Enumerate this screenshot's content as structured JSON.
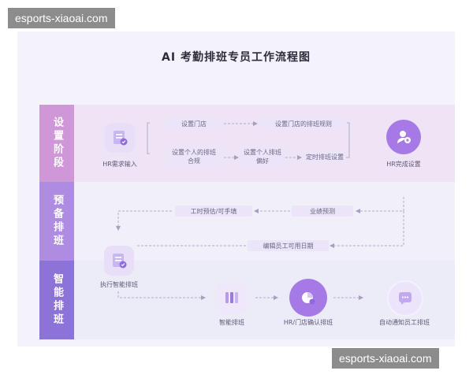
{
  "watermark_top": "esports-xiaoai.com",
  "watermark_bottom": "esports-xiaoai.com",
  "title": "AI 考勤排班专员工作流程图",
  "stages": [
    {
      "label": "设置阶段"
    },
    {
      "label": "预备排班"
    },
    {
      "label": "智能排班"
    }
  ],
  "stage1": {
    "start_caption": "HR需求输入",
    "box_set_store": "设置门店",
    "box_set_store_rules": "设置门店的排班规则",
    "box_set_personal": "设置个人的排班合规",
    "box_personal_pref": "设置个人排班偏好",
    "box_timed_setting": "定时排班设置",
    "end_caption": "HR完成设置"
  },
  "stage2": {
    "box_business_forecast": "业绩预测",
    "box_hours_estimate": "工时预估/可手填",
    "box_edit_availability": "编辑员工可用日期"
  },
  "stage3": {
    "start_caption": "执行智能排班",
    "smart_caption": "智能排班",
    "confirm_caption": "HR/门店确认排班",
    "notify_caption": "自动通知员工排班"
  },
  "colors": {
    "stage1": "#cf97d8",
    "stage2": "#ae8ce2",
    "stage3": "#8b73d7",
    "accent": "#a67ae6"
  }
}
